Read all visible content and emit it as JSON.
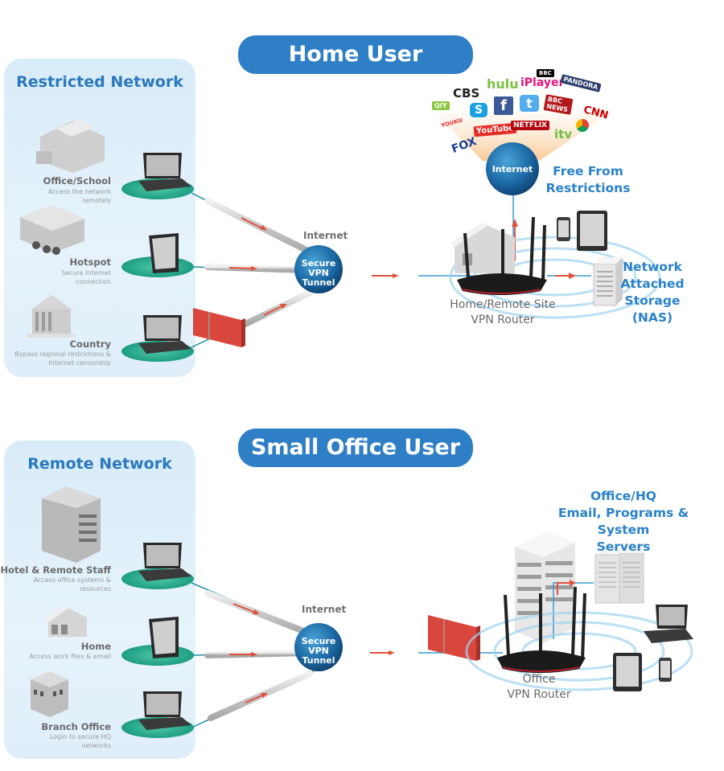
{
  "home_section": {
    "title": "Home User",
    "panel_title": "Restricted Network",
    "locations": [
      {
        "name": "Office/School",
        "desc_lines": [
          "Access the network",
          "remotely"
        ],
        "device": "laptop-icon",
        "icon": "school-building-icon"
      },
      {
        "name": "Hotspot",
        "desc_lines": [
          "Secure Internet",
          "connection"
        ],
        "device": "tablet-icon",
        "icon": "cafe-building-icon"
      },
      {
        "name": "Country",
        "desc_lines": [
          "Bypass regional restrictions &",
          "Internet censorship"
        ],
        "device": "laptop-icon",
        "icon": "government-building-icon"
      }
    ],
    "internet_label": "Internet",
    "tunnel_lines": [
      "Secure",
      "VPN Tunnel"
    ],
    "router_label_lines": [
      "Home/Remote Site",
      "VPN Router"
    ],
    "globe_label": "Internet",
    "free_label_lines": [
      "Free From",
      "Restrictions"
    ],
    "nas_label_lines": [
      "Network",
      "Attached",
      "Storage",
      "(NAS)"
    ],
    "service_logos": [
      {
        "name": "CBS",
        "color": "#222222"
      },
      {
        "name": "hulu",
        "color": "#7cc242"
      },
      {
        "name": "iPlayer",
        "color": "#e2127a"
      },
      {
        "name": "BBC",
        "color": "#000000"
      },
      {
        "name": "PANDORA",
        "color": "#2c3e6b"
      },
      {
        "name": "QIY",
        "color": "#8cc63f"
      },
      {
        "name": "S",
        "color": "#1ba1e2"
      },
      {
        "name": "f",
        "color": "#3b5998"
      },
      {
        "name": "t",
        "color": "#55acee"
      },
      {
        "name": "BBC NEWS",
        "color": "#b3191c"
      },
      {
        "name": "CNN",
        "color": "#cc0000"
      },
      {
        "name": "YOUKU",
        "color": "#e8302f"
      },
      {
        "name": "FOX",
        "color": "#1c3f94"
      },
      {
        "name": "YouTube",
        "color": "#e52d27"
      },
      {
        "name": "NETFLIX",
        "color": "#b20710"
      },
      {
        "name": "itv",
        "color": "#6fbe44"
      },
      {
        "name": "Chrome",
        "color": "#f4b400"
      }
    ]
  },
  "office_section": {
    "title": "Small Office User",
    "panel_title": "Remote Network",
    "locations": [
      {
        "name": "Hotel & Remote Staff",
        "desc_lines": [
          "Access office systems &",
          "resources"
        ],
        "device": "laptop-icon",
        "icon": "hotel-building-icon"
      },
      {
        "name": "Home",
        "desc_lines": [
          "Access  work files & email"
        ],
        "device": "tablet-icon",
        "icon": "house-icon"
      },
      {
        "name": "Branch Office",
        "desc_lines": [
          "Login to secure HQ",
          "networks"
        ],
        "device": "laptop-icon",
        "icon": "branch-building-icon"
      }
    ],
    "internet_label": "Internet",
    "tunnel_lines": [
      "Secure",
      "VPN Tunnel"
    ],
    "router_label_lines": [
      "Office",
      "VPN Router"
    ],
    "hq_label_lines": [
      "Office/HQ",
      "Email, Programs & System",
      "Servers"
    ]
  },
  "colors": {
    "title_blue": "#2f7fc6",
    "label_blue": "#2a82c8",
    "panel_bg": "#dcedf8",
    "pad_teal": "#1fa58a",
    "arrow_red": "#e0503a",
    "firewall_red": "#d9473c",
    "globe_blue": "#1f6ea8",
    "line_blue": "#3a9bd0"
  }
}
